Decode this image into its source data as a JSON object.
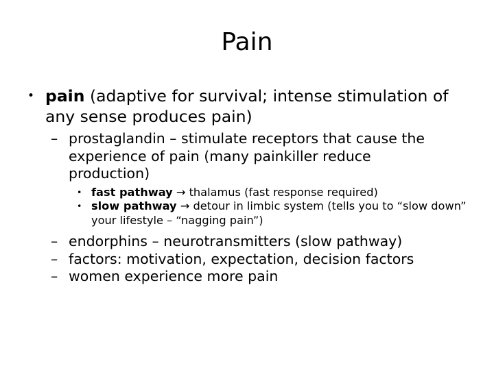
{
  "slide": {
    "title": "Pain",
    "background_color": "#FFFFFF",
    "text_color": "#000000"
  },
  "markers": {
    "level1_bullet": "•",
    "level2_dash": "–",
    "level3_bullet": "•",
    "arrow": "→"
  },
  "content": {
    "b1": {
      "bold_lead": "pain",
      "rest": "  (adaptive for survival; intense stimulation of any sense produces pain)"
    },
    "b2": {
      "text": "prostaglandin – stimulate receptors that cause the experience of pain (many painkiller reduce production)"
    },
    "b3": {
      "bold_lead": "fast pathway",
      "arrow": "→",
      "rest": " thalamus (fast response required)"
    },
    "b4": {
      "bold_lead": "slow pathway",
      "arrow": "→",
      "rest": " detour in limbic system (tells you to “slow down” your lifestyle – “nagging pain”)"
    },
    "b5": {
      "text": "endorphins – neurotransmitters (slow pathway)"
    },
    "b6": {
      "text": "factors: motivation, expectation, decision factors"
    },
    "b7": {
      "text": "women experience more pain"
    }
  }
}
